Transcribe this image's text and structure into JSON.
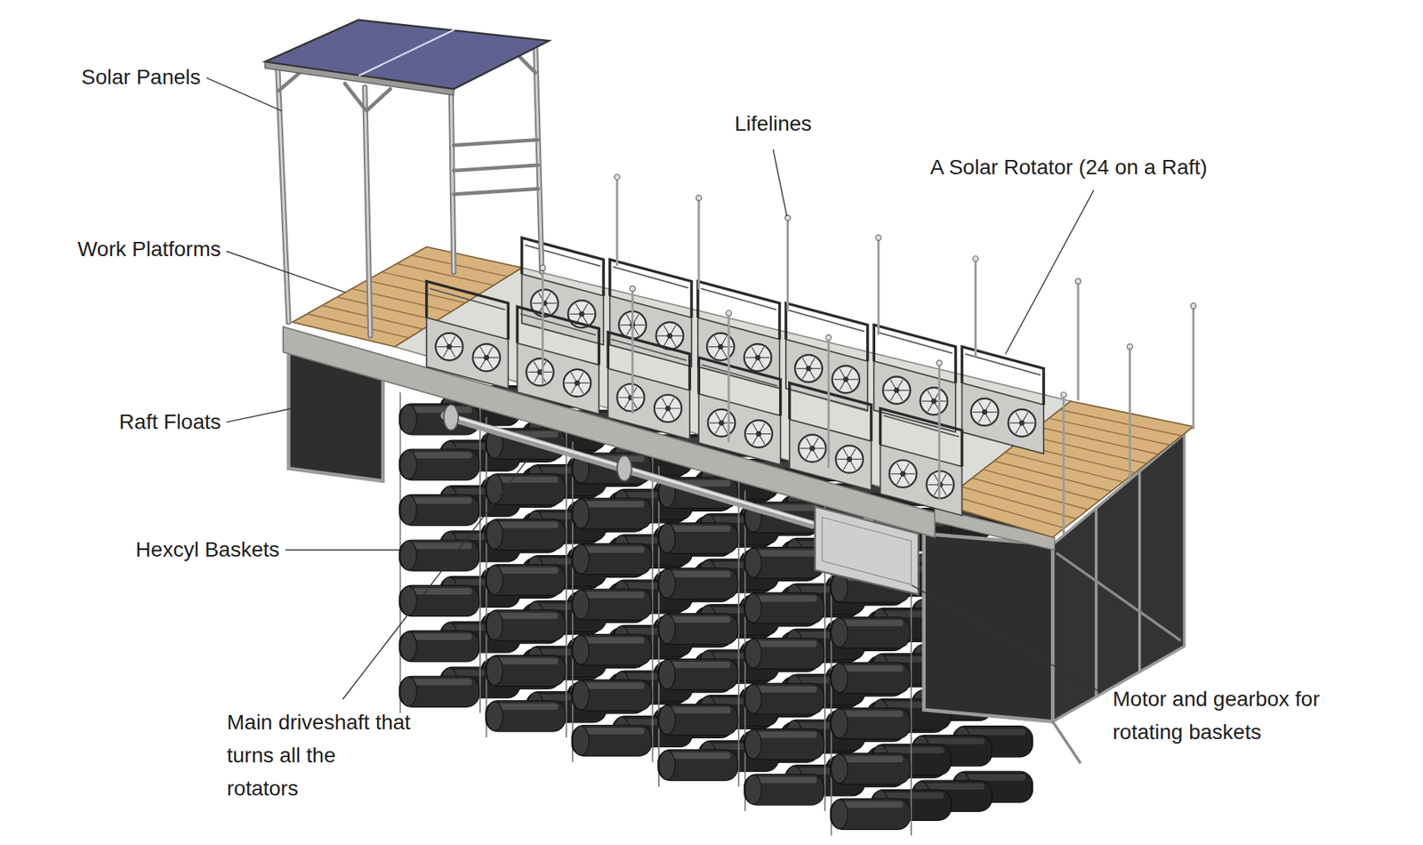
{
  "diagram": {
    "labels": [
      "Solar Panels",
      "Lifelines",
      "A Solar Rotator (24 on a Raft)",
      "Work Platforms",
      "Raft Floats",
      "Hexcyl Baskets",
      "Main driveshaft that turns all the rotators",
      "Motor and gearbox for rotating baskets"
    ]
  }
}
